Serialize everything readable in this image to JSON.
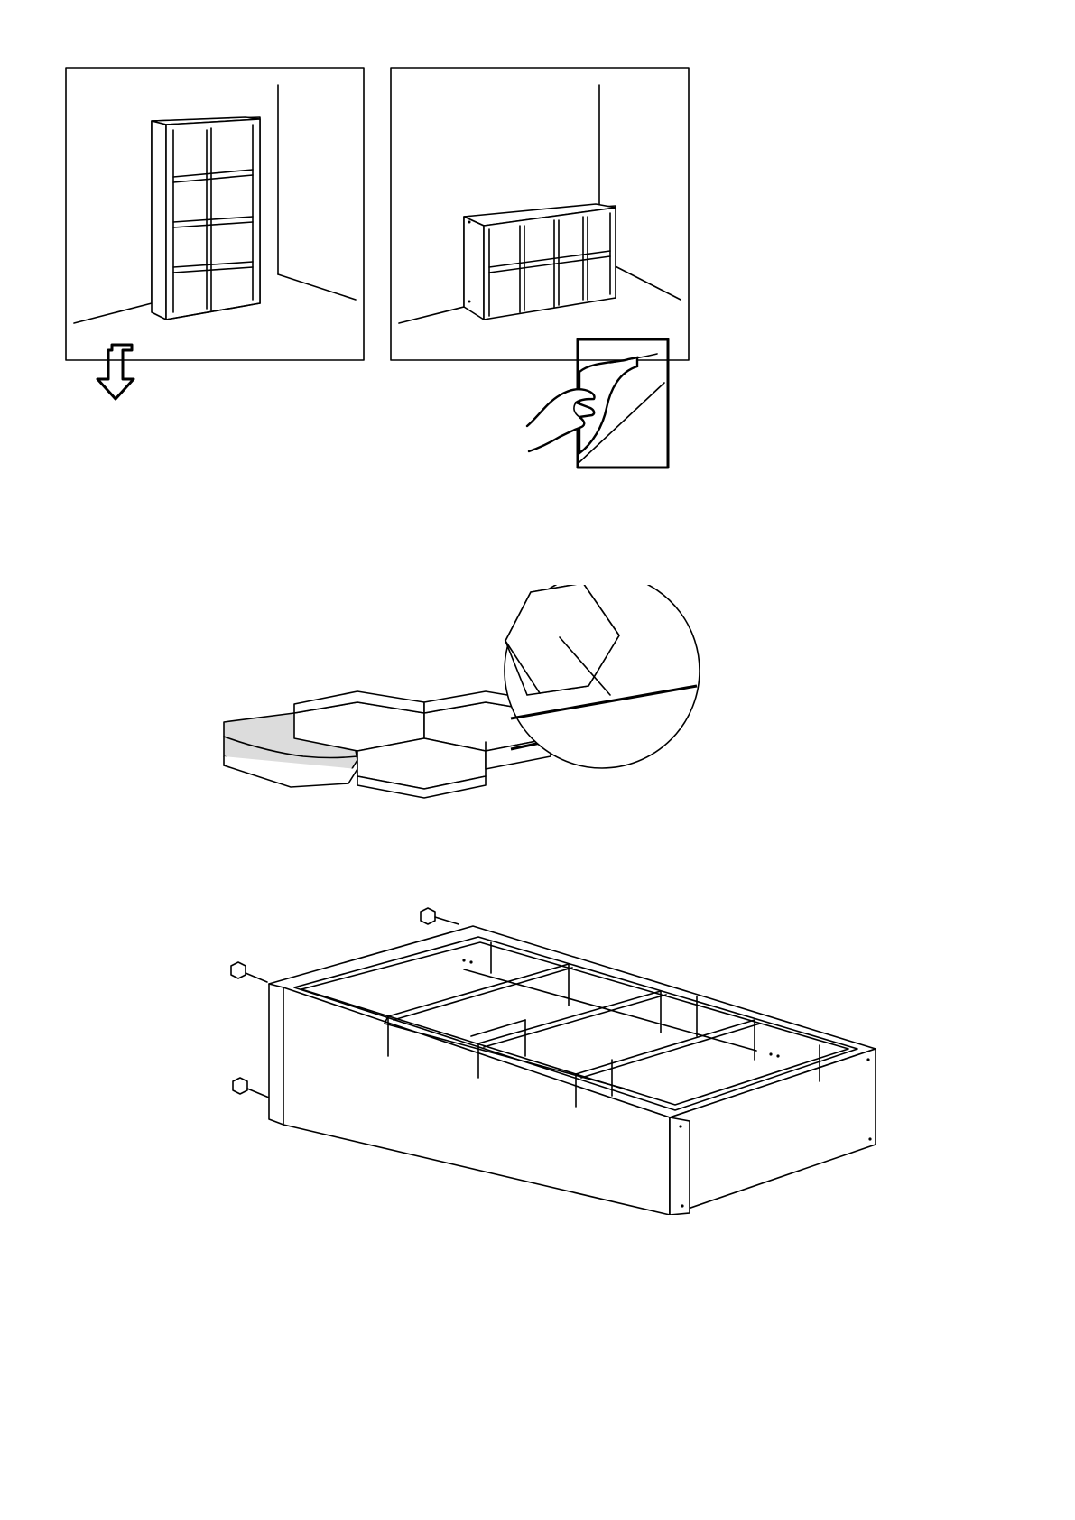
{
  "document": {
    "type": "assembly-instructions",
    "text_content": []
  },
  "steps": {
    "placement": {
      "options": [
        {
          "orientation": "vertical",
          "icon": "bookcase-upright-icon"
        },
        {
          "orientation": "horizontal",
          "icon": "bookcase-horizontal-icon"
        }
      ],
      "indicator_icon": "arrow-down-icon",
      "reference_icon": "peel-sheet-hand-icon"
    },
    "protect_floor": {
      "icon": "hexagon-tiles-icon",
      "detail_icon": "magnifier-circle-icon",
      "highlight_color": "#dcdcdc"
    },
    "lay_frame": {
      "icon": "frame-on-side-icon",
      "part_icon": "hex-plug-icon",
      "grid": {
        "columns": 4,
        "rows": 2
      }
    }
  },
  "colors": {
    "line": "#000000",
    "background": "#ffffff",
    "highlight": "#dcdcdc"
  }
}
